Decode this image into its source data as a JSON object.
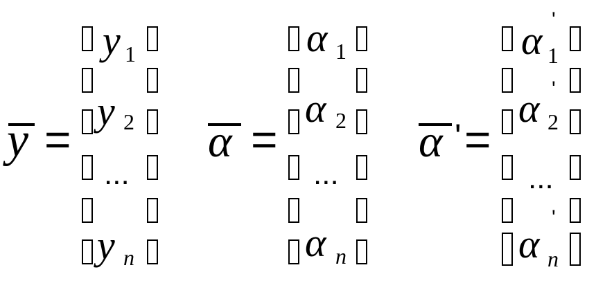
{
  "formula": {
    "y_vector": {
      "lhs_symbol": "y",
      "equals": "=",
      "entries": [
        {
          "symbol": "y",
          "sub": "1"
        },
        {
          "symbol": "y",
          "sub": "2"
        },
        {
          "symbol": "...",
          "sub": ""
        },
        {
          "symbol": "y",
          "sub": "n"
        }
      ]
    },
    "alpha_vector": {
      "lhs_symbol": "α",
      "equals": "=",
      "entries": [
        {
          "symbol": "α",
          "sub": "1"
        },
        {
          "symbol": "α",
          "sub": "2"
        },
        {
          "symbol": "...",
          "sub": ""
        },
        {
          "symbol": "α",
          "sub": "n"
        }
      ]
    },
    "alpha_prime_vector": {
      "lhs_symbol": "α",
      "lhs_prime": "'",
      "equals": "=",
      "entries": [
        {
          "symbol": "α",
          "sub": "1",
          "prime": "'"
        },
        {
          "symbol": "α",
          "sub": "2",
          "prime": "'"
        },
        {
          "symbol": "...",
          "sub": "",
          "prime": "'"
        },
        {
          "symbol": "α",
          "sub": "n",
          "prime": "'"
        }
      ]
    }
  }
}
